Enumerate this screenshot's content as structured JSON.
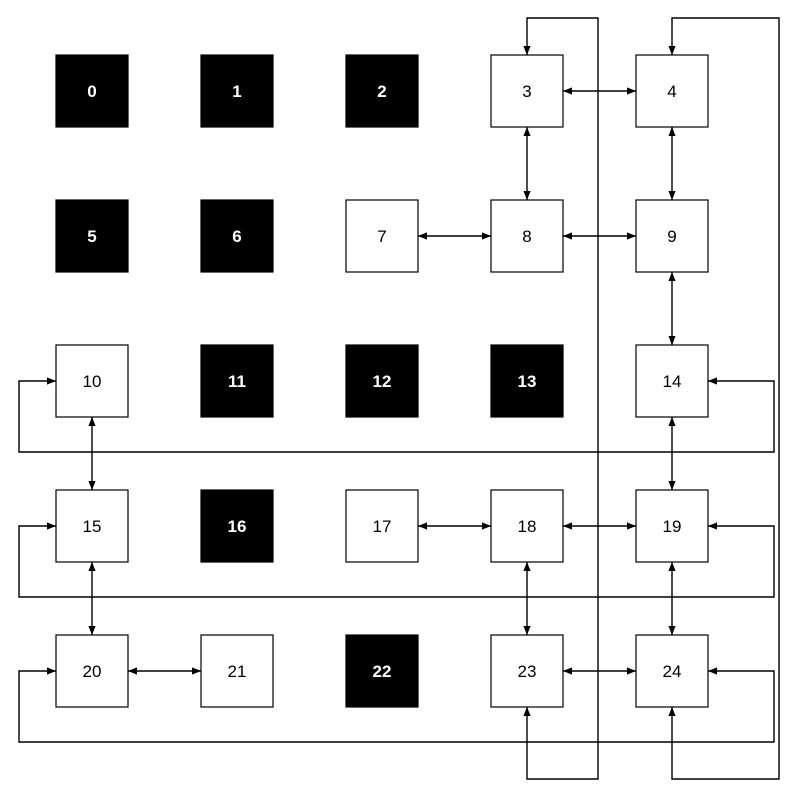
{
  "diagram": {
    "cells": [
      {
        "id": 0,
        "label": "0",
        "blocked": true
      },
      {
        "id": 1,
        "label": "1",
        "blocked": true
      },
      {
        "id": 2,
        "label": "2",
        "blocked": true
      },
      {
        "id": 3,
        "label": "3",
        "blocked": false
      },
      {
        "id": 4,
        "label": "4",
        "blocked": false
      },
      {
        "id": 5,
        "label": "5",
        "blocked": true
      },
      {
        "id": 6,
        "label": "6",
        "blocked": true
      },
      {
        "id": 7,
        "label": "7",
        "blocked": false
      },
      {
        "id": 8,
        "label": "8",
        "blocked": false
      },
      {
        "id": 9,
        "label": "9",
        "blocked": false
      },
      {
        "id": 10,
        "label": "10",
        "blocked": false
      },
      {
        "id": 11,
        "label": "11",
        "blocked": true
      },
      {
        "id": 12,
        "label": "12",
        "blocked": true
      },
      {
        "id": 13,
        "label": "13",
        "blocked": true
      },
      {
        "id": 14,
        "label": "14",
        "blocked": false
      },
      {
        "id": 15,
        "label": "15",
        "blocked": false
      },
      {
        "id": 16,
        "label": "16",
        "blocked": true
      },
      {
        "id": 17,
        "label": "17",
        "blocked": false
      },
      {
        "id": 18,
        "label": "18",
        "blocked": false
      },
      {
        "id": 19,
        "label": "19",
        "blocked": false
      },
      {
        "id": 20,
        "label": "20",
        "blocked": false
      },
      {
        "id": 21,
        "label": "21",
        "blocked": false
      },
      {
        "id": 22,
        "label": "22",
        "blocked": true
      },
      {
        "id": 23,
        "label": "23",
        "blocked": false
      },
      {
        "id": 24,
        "label": "24",
        "blocked": false
      }
    ],
    "links": [
      {
        "from": 3,
        "to": 4
      },
      {
        "from": 3,
        "to": 8
      },
      {
        "from": 4,
        "to": 9
      },
      {
        "from": 7,
        "to": 8
      },
      {
        "from": 8,
        "to": 9
      },
      {
        "from": 9,
        "to": 14
      },
      {
        "from": 10,
        "to": 15
      },
      {
        "from": 14,
        "to": 19
      },
      {
        "from": 15,
        "to": 20
      },
      {
        "from": 17,
        "to": 18
      },
      {
        "from": 18,
        "to": 19
      },
      {
        "from": 18,
        "to": 23
      },
      {
        "from": 19,
        "to": 24
      },
      {
        "from": 20,
        "to": 21
      },
      {
        "from": 23,
        "to": 24
      },
      {
        "from": 10,
        "to": 14,
        "wrap": true
      },
      {
        "from": 15,
        "to": 19,
        "wrap": true
      },
      {
        "from": 20,
        "to": 24,
        "wrap": true
      },
      {
        "from": 3,
        "to": 23,
        "wrap": true
      },
      {
        "from": 4,
        "to": 24,
        "wrap": true
      }
    ],
    "colors": {
      "blocked_fill": "#000000",
      "blocked_text": "#ffffff",
      "open_fill": "#ffffff",
      "open_text": "#000000",
      "stroke": "#000000"
    }
  }
}
